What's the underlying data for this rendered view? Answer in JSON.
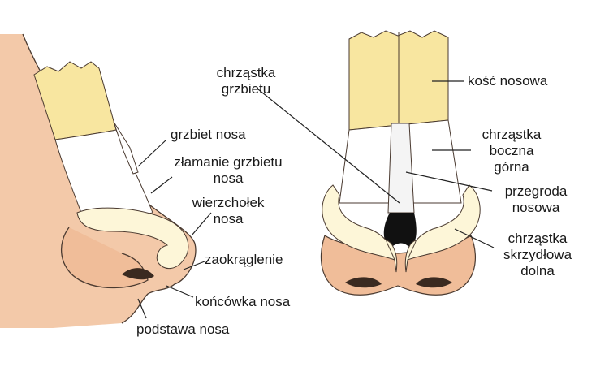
{
  "colors": {
    "skin": "#f3c9a9",
    "skin_dark": "#e9b592",
    "bone": "#f8e6a0",
    "cartilage": "#fdf6d8",
    "outline": "#4a3a30",
    "leader": "#222222"
  },
  "labels": {
    "grzbiet": "grzbiet nosa",
    "zlamanie_1": "złamanie grzbietu",
    "zlamanie_2": "nosa",
    "wierzcholek_1": "wierzchołek",
    "wierzcholek_2": "nosa",
    "zaokraglenie": "zaokrąglenie",
    "koncowka": "końcówka nosa",
    "podstawa": "podstawa nosa",
    "chrzastka_grzbietu_1": "chrząstka",
    "chrzastka_grzbietu_2": "grzbietu",
    "kosc": "kość nosowa",
    "boczna_1": "chrząstka",
    "boczna_2": "boczna",
    "boczna_3": "górna",
    "przegroda_1": "przegroda",
    "przegroda_2": "nosowa",
    "skrzydlowa_1": "chrząstka",
    "skrzydlowa_2": "skrzydłowa",
    "skrzydlowa_3": "dolna"
  }
}
